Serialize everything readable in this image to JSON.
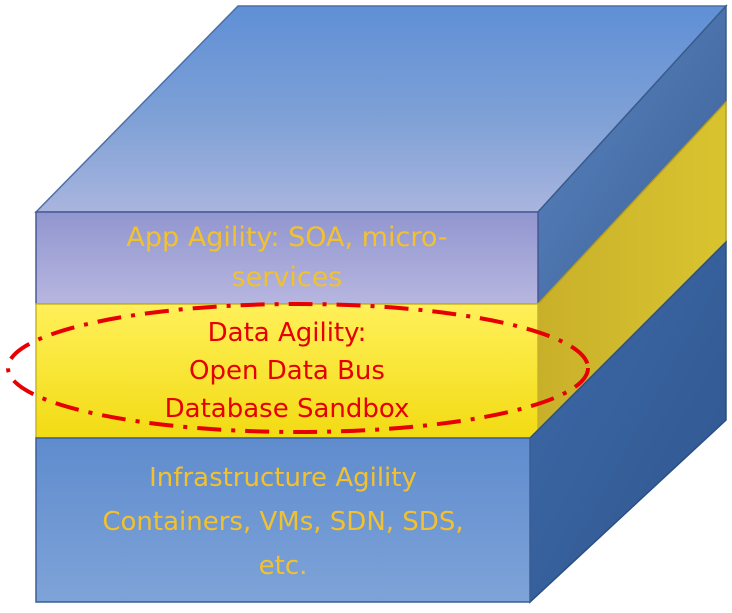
{
  "layers": {
    "app": {
      "lines": [
        "App Agility: SOA, micro-",
        "services"
      ],
      "colors": {
        "front": "#a7a8d8",
        "top": "#6e97cf",
        "side": "#4a74ab",
        "text": "#f2c12e"
      }
    },
    "data": {
      "lines": [
        "Data Agility:",
        "Open Data Bus",
        "Database Sandbox"
      ],
      "colors": {
        "front": "#f8e627",
        "side": "#d0b72b",
        "text": "#e60000",
        "highlight_ellipse": "#e60000"
      }
    },
    "infrastructure": {
      "lines": [
        "Infrastructure Agility",
        "Containers, VMs, SDN, SDS,",
        "etc."
      ],
      "colors": {
        "front": "#6f99d3",
        "side": "#3d67a2",
        "text": "#f2c12e"
      }
    }
  }
}
